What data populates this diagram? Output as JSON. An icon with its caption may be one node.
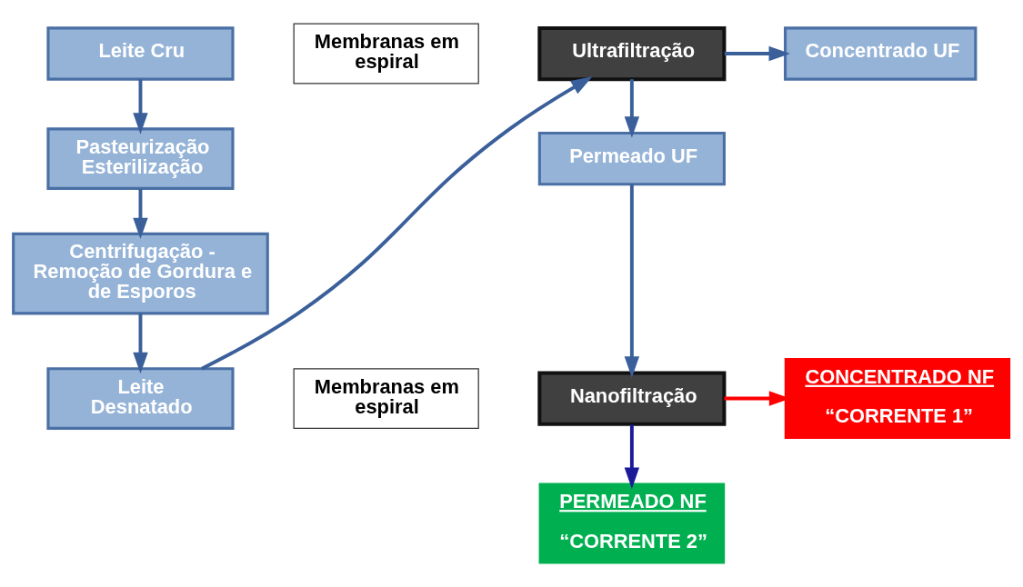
{
  "diagram": {
    "nodes": [
      {
        "text": [
          "Leite Cru"
        ]
      },
      {
        "text": [
          "Pasteurização Esterilização"
        ]
      },
      {
        "text": [
          "Centrifugação - Remoção de Gordura e de Esporos"
        ]
      },
      {
        "text": [
          "Leite Desnatado"
        ]
      },
      {
        "text": [
          "Membranas em espiral"
        ]
      },
      {
        "text": [
          "Ultrafiltração"
        ]
      },
      {
        "text": [
          "Concentrado UF"
        ]
      },
      {
        "text": [
          "Permeado UF"
        ]
      },
      {
        "text": [
          "Membranas em espiral"
        ]
      },
      {
        "text": [
          "Nanofiltração"
        ]
      },
      {
        "text": [
          "CONCENTRADO NF",
          "“CORRENTE 1”"
        ]
      },
      {
        "text": [
          "PERMEADO NF",
          "“CORRENTE 2”"
        ]
      }
    ],
    "edges": [
      {
        "from": 0,
        "to": 1,
        "arrow": "to"
      },
      {
        "from": 1,
        "to": 2,
        "arrow": "to"
      },
      {
        "from": 2,
        "to": 3,
        "arrow": "to"
      },
      {
        "from": 3,
        "to": 5,
        "arrow": "to"
      },
      {
        "from": 5,
        "to": 6,
        "arrow": "to"
      },
      {
        "from": 5,
        "to": 7,
        "arrow": "to"
      },
      {
        "from": 7,
        "to": 9,
        "arrow": "to"
      },
      {
        "from": 9,
        "to": 10,
        "arrow": "to",
        "color": "#ff0000"
      },
      {
        "from": 9,
        "to": 11,
        "arrow": "to",
        "color": "#1a1a99"
      }
    ]
  }
}
